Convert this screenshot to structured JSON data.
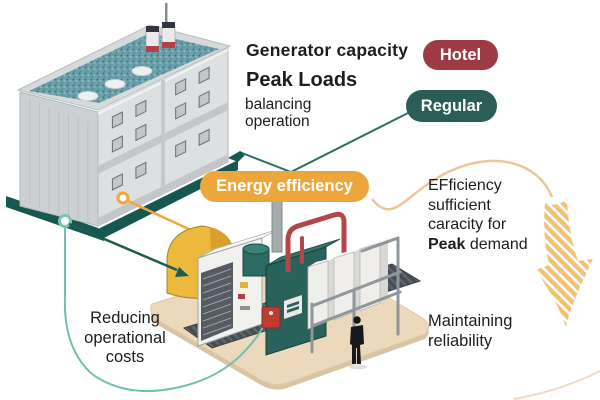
{
  "header": {
    "title": "Generator capacity",
    "subtitle": "Peak Loads",
    "description_lines": [
      "balancing",
      "operation"
    ]
  },
  "badges": {
    "hotel": {
      "label": "Hotel",
      "color": "#9e3a44"
    },
    "regular": {
      "label": "Regular",
      "color": "#2b5d58"
    },
    "energy_efficiency": {
      "label": "Energy efficiency",
      "color": "#eca63c"
    }
  },
  "annotations": {
    "efficiency": {
      "lines": [
        "EFficiency",
        "sufficient",
        "caracity for"
      ],
      "bold_word": "Peak",
      "tail": " demand"
    },
    "maintaining": {
      "lines": [
        "Maintaining",
        "reliability"
      ]
    },
    "reducing": {
      "lines": [
        "Reducing",
        "operational",
        "costs"
      ]
    }
  },
  "illustration": {
    "building": "hotel-building",
    "generator": "generator-unit",
    "person": "person-figure",
    "arrow": "peak-demand-arrow"
  },
  "colors": {
    "text": "#1d1d1b",
    "teal_dark_line": "#1e5a50",
    "teal_light_line": "#6fc0b0",
    "orange_line": "#f0a83a",
    "tan_curve": "#ebc89a",
    "arrow_hatch": "#f0c271",
    "building_base": "#14584f",
    "roof": "#6ba0ab",
    "platform": "#ecd9bb",
    "tank_yellow": "#edb93d",
    "engine_teal": "#29625b",
    "pipe_red": "#b3464b"
  }
}
